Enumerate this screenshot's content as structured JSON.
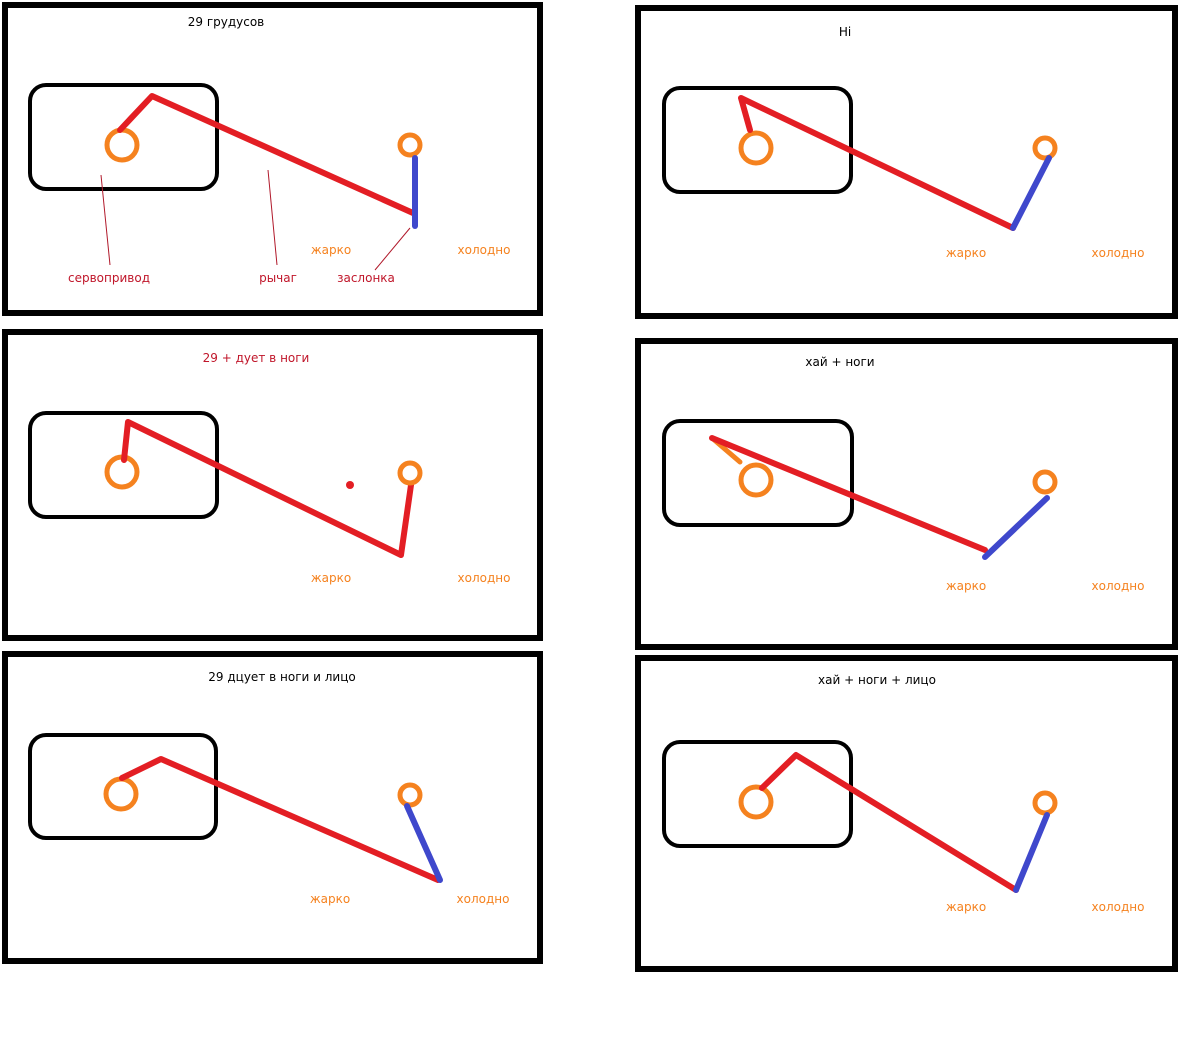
{
  "colors": {
    "lever": "#e31e24",
    "flap": "#3f48cc",
    "servo": "#f5821f",
    "label_red": "#c0162a",
    "label_orange": "#f5821f"
  },
  "labels": {
    "hot": "жарко",
    "cold": "холодно",
    "servo": "сервопривод",
    "lever": "рычаг",
    "flap": "заслонка"
  },
  "panels": [
    {
      "title": "29 грудусов"
    },
    {
      "title": "29 + дует в ноги"
    },
    {
      "title": "29 дцует в ноги и лицо"
    },
    {
      "title": "Hi"
    },
    {
      "title": "хай + ноги"
    },
    {
      "title": "хай + ноги + лицо"
    }
  ]
}
